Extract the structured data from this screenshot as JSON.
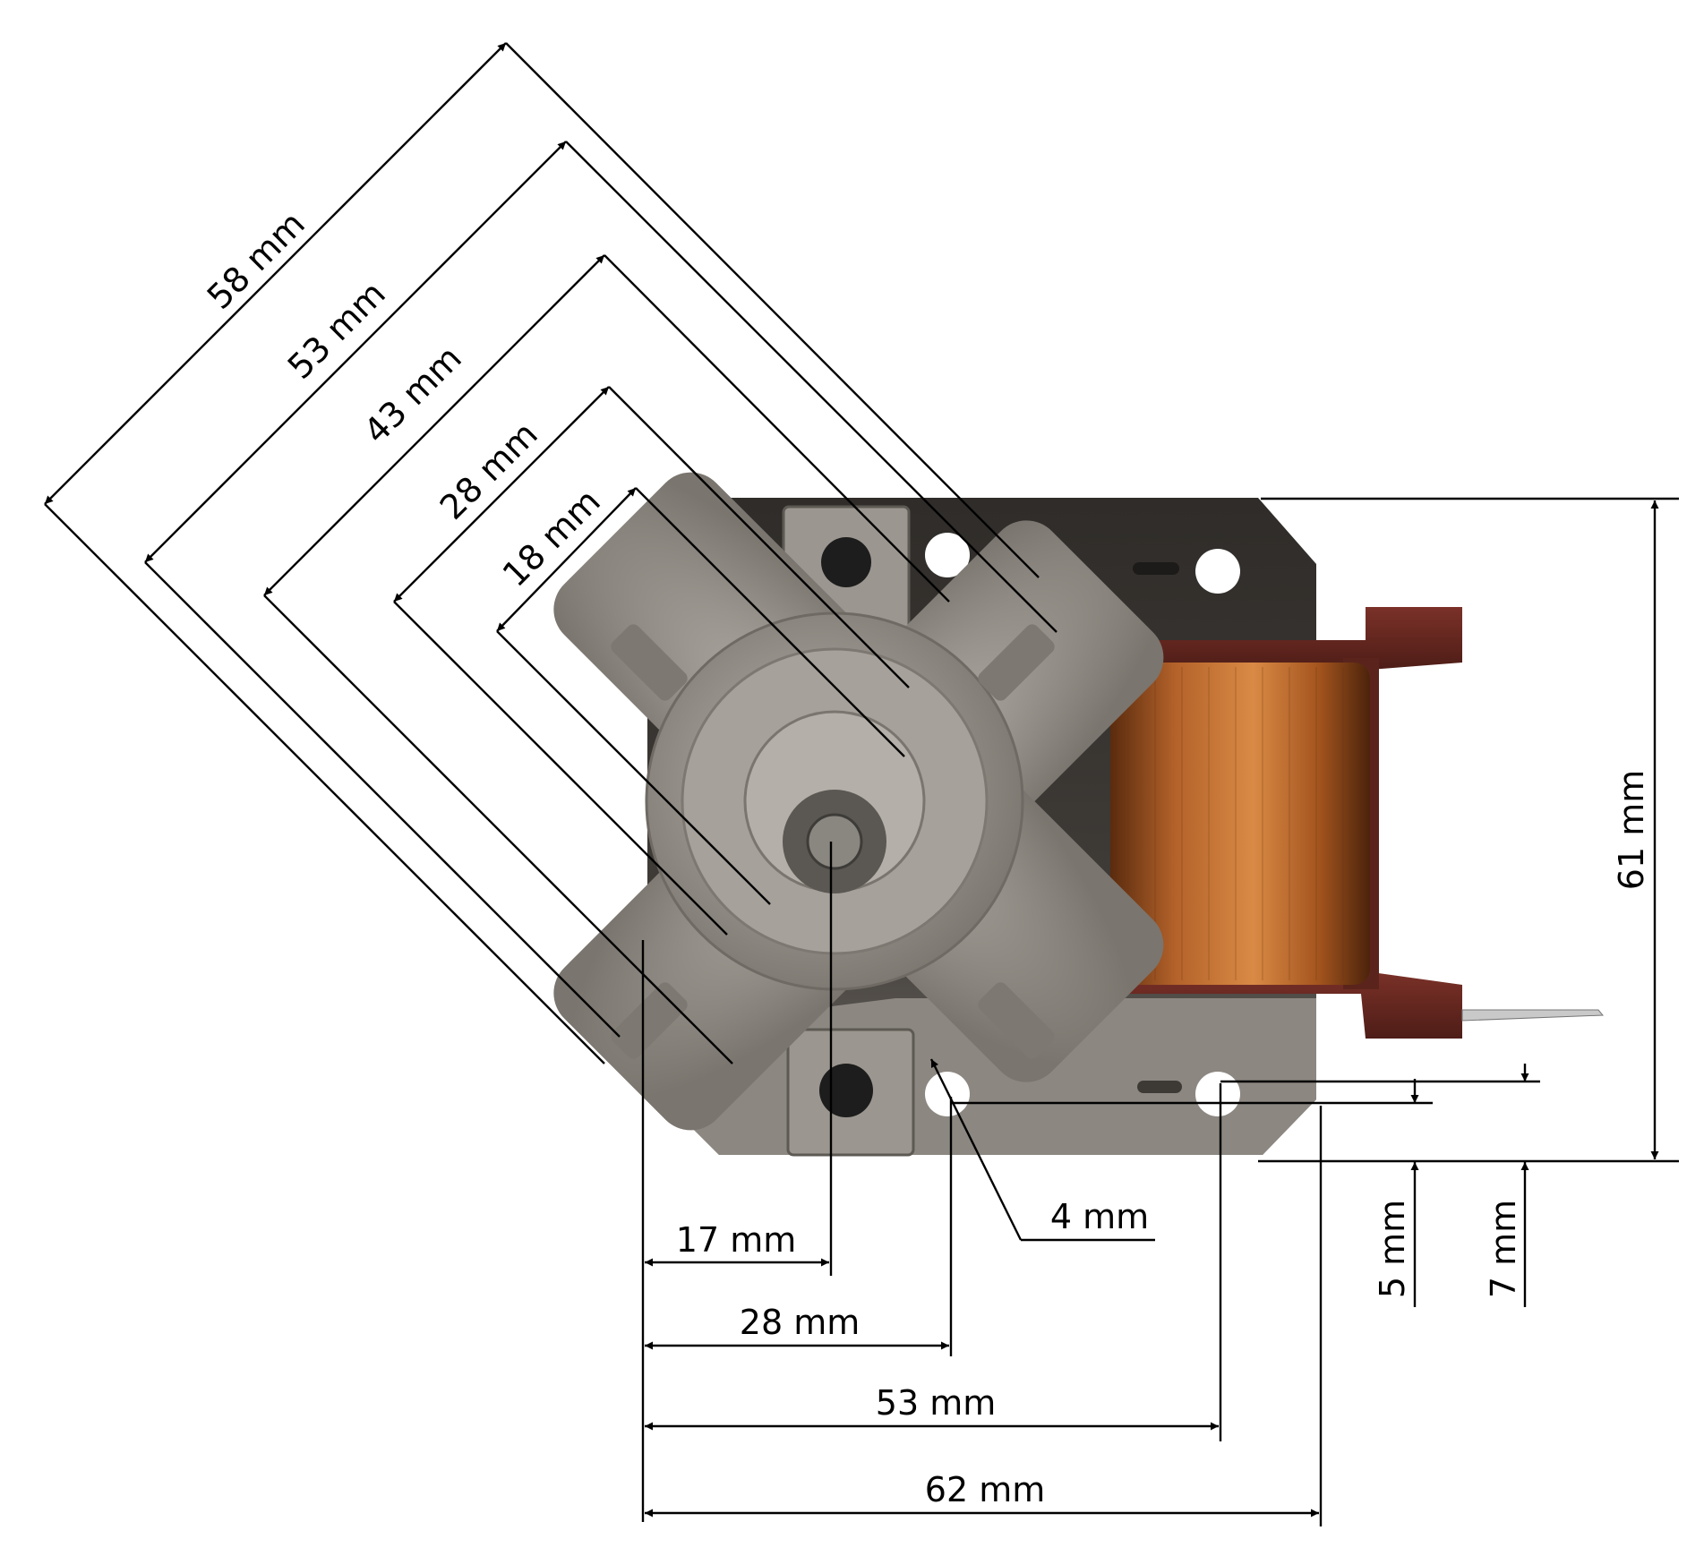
{
  "diagonal_dimensions": [
    "58 mm",
    "53 mm",
    "43 mm",
    "28 mm",
    "18 mm"
  ],
  "horizontal_dimensions": [
    "17 mm",
    "28 mm",
    "53 mm",
    "62 mm"
  ],
  "vertical_dimensions": {
    "height": "61 mm",
    "hole_offset_5": "5 mm",
    "hole_offset_7": "7 mm"
  },
  "hole_diameter": "4 mm",
  "colors": {
    "plate": "#3a3734",
    "housing": "#8f8a83",
    "coil": "#a8591f",
    "bobbin": "#6b2a22",
    "line": "#000000"
  }
}
